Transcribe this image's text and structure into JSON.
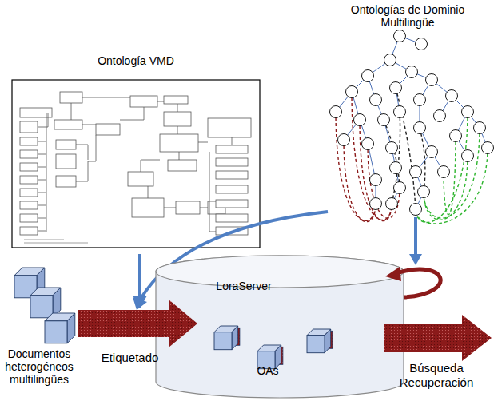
{
  "diagram": {
    "nodes": [
      {
        "text": [
          "Ontología VMD"
        ]
      },
      {
        "text": [
          "Ontologías de Dominio Multilingüe"
        ]
      },
      {
        "text": [
          "Documentos heterogéneos multilingües"
        ]
      },
      {
        "text": [
          "LoraServer",
          "OAs"
        ]
      }
    ],
    "edges": [
      {
        "from": 1,
        "to": 3,
        "arrow": "to"
      },
      {
        "from": 2,
        "to": 3,
        "arrow": "to",
        "label": "Etiquetado"
      }
    ],
    "labels": [
      "Búsqueda Recuperación"
    ]
  }
}
